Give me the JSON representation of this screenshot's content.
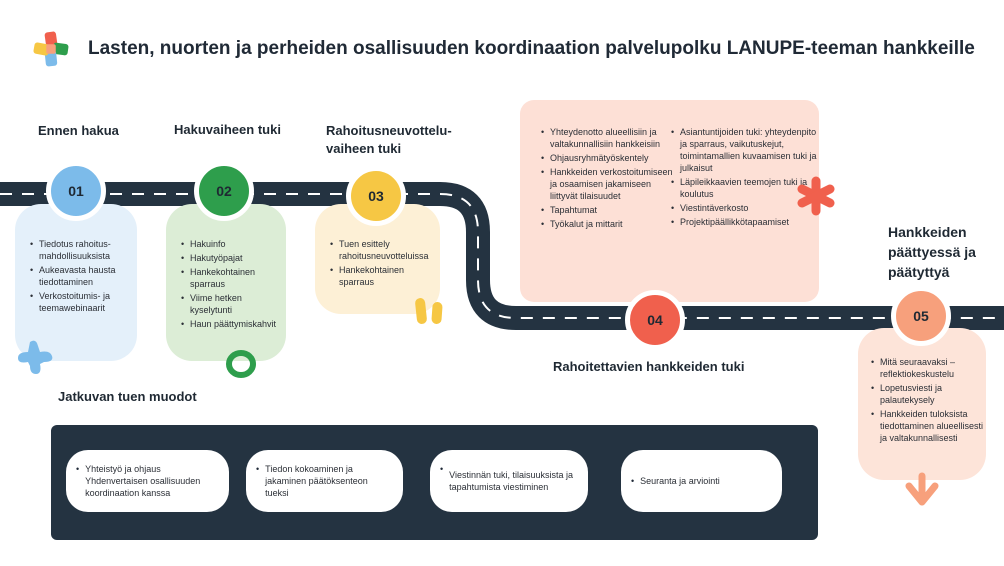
{
  "title": "Lasten, nuorten ja perheiden osallisuuden koordinaation palvelupolku LANUPE-teeman hankkeille",
  "stages": [
    {
      "number": "01",
      "title": "Ennen hakua",
      "items": [
        "Tiedotus rahoitus-mahdollisuuksista",
        "Aukeavasta hausta tiedottaminen",
        "Verkostoitumis- ja teemawebinaarit"
      ]
    },
    {
      "number": "02",
      "title": "Hakuvaiheen tuki",
      "items": [
        "Hakuinfo",
        "Hakutyöpajat",
        "Hankekohtainen sparraus",
        "Viime hetken kyselytunti",
        "Haun päättymiskahvit"
      ]
    },
    {
      "number": "03",
      "title": "Rahoitusneuvottelu-vaiheen tuki",
      "items": [
        "Tuen esittely rahoitusneuvotteluissa",
        "Hankekohtainen sparraus"
      ]
    },
    {
      "number": "04",
      "title": "Rahoitettavien hankkeiden tuki",
      "items_left": [
        "Yhteydenotto alueellisiin ja valtakunnallisiin hankkeisiin",
        "Ohjausryhmätyöskentely",
        "Hankkeiden verkostoitumiseen ja osaamisen jakamiseen liittyvät tilaisuudet",
        "Tapahtumat",
        "Työkalut ja mittarit"
      ],
      "items_right": [
        "Asiantuntijoiden tuki: yhteydenpito ja sparraus, vaikutuskejut, toimintamallien kuvaamisen tuki ja julkaisut",
        "Läpileikkaavien teemojen tuki ja koulutus",
        "Viestintäverkosto",
        "Projektipäällikkötapaamiset"
      ]
    },
    {
      "number": "05",
      "title": "Hankkeiden päättyessä ja päätyttyä",
      "items": [
        "Mitä seuraavaksi – reflektiokeskustelu",
        "Lopetusviesti ja palautekysely",
        "Hankkeiden tuloksista tiedottaminen alueellisesti ja valtakunnallisesti"
      ]
    }
  ],
  "continuing": {
    "heading": "Jatkuvan tuen muodot",
    "items": [
      "Yhteistyö ja ohjaus Yhdenvertaisen osallisuuden koordinaation kanssa",
      "Tiedon kokoaminen ja jakaminen päätöksenteon tueksi",
      "Viestinnän tuki, tilaisuuksista ja tapahtumista viestiminen",
      "Seuranta ja arviointi"
    ]
  },
  "colors": {
    "road": "#243341",
    "c01": "#7cbbea",
    "c02": "#2e9e4c",
    "c03": "#f6c744",
    "c04": "#f0604d",
    "c05": "#f7a07c",
    "card01": "#e4f0fa",
    "card02": "#dcedd6",
    "card03": "#fdf0d6",
    "card04": "#fde0d6",
    "card05": "#fde4d9"
  }
}
